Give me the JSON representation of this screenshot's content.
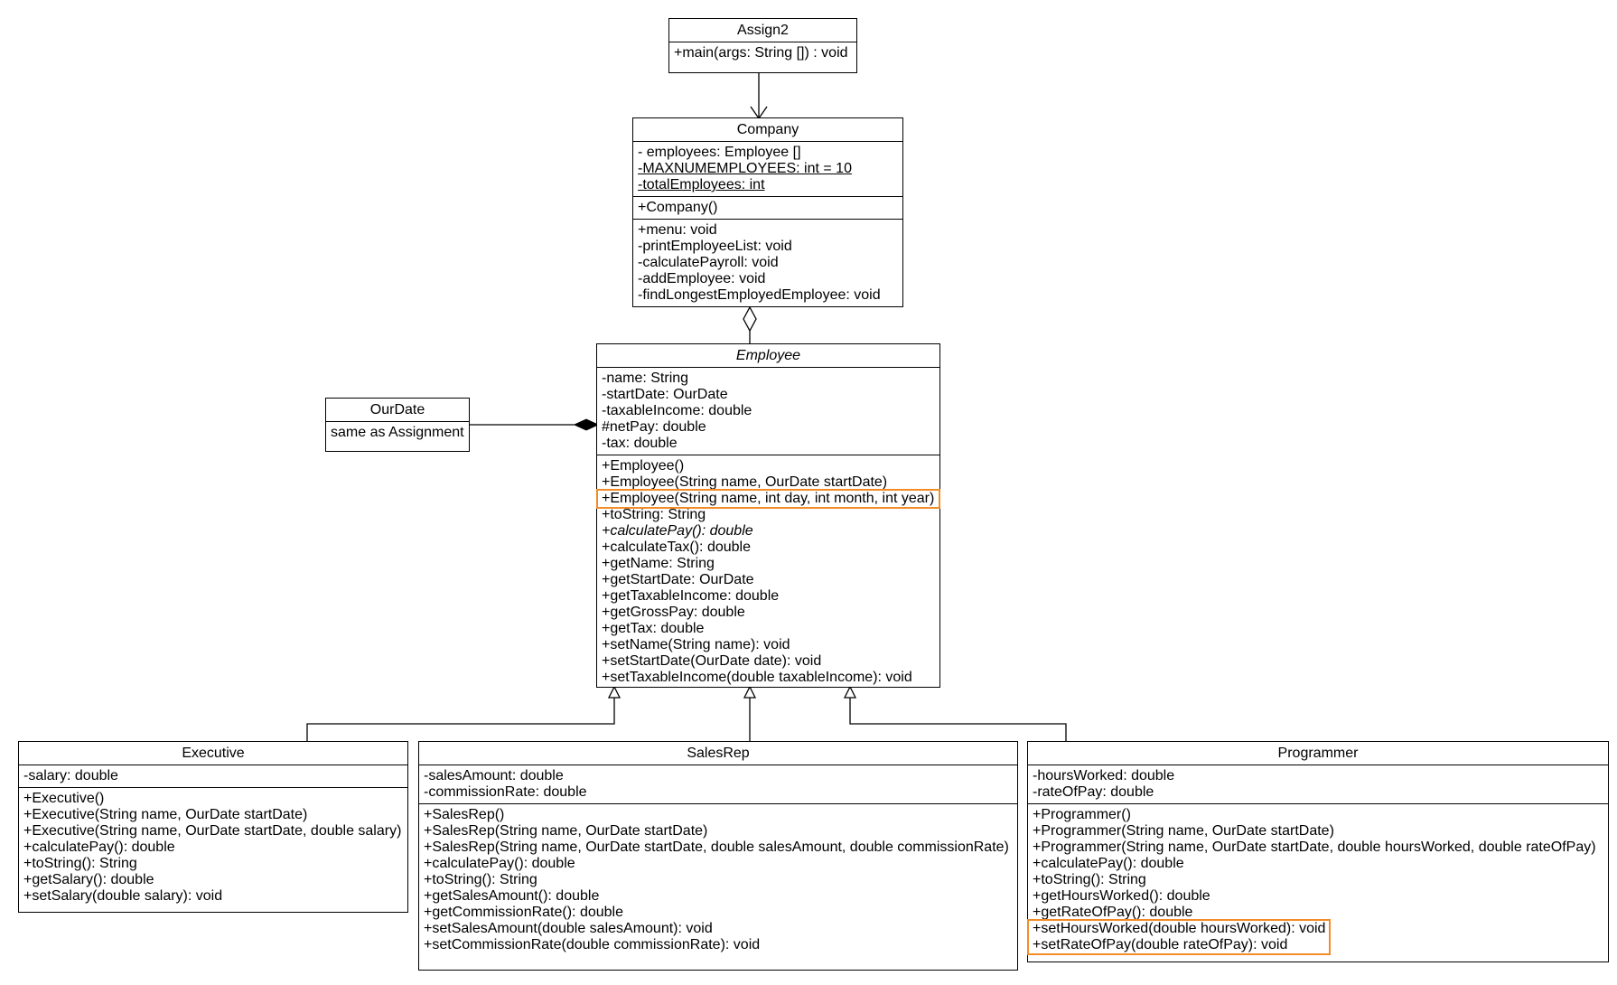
{
  "highlight_color": "#f28c28",
  "classes": {
    "assign2": {
      "name": "Assign2",
      "operations": [
        "+main(args:  String []) :  void"
      ]
    },
    "company": {
      "name": "Company",
      "attributes": [
        "- employees:  Employee []",
        "-MAXNUMEMPLOYEES:  int = 10",
        "-totalEmployees:  int"
      ],
      "constructors": [
        "+Company()"
      ],
      "operations": [
        "+menu:  void",
        "-printEmployeeList:  void",
        "-calculatePayroll:  void",
        "-addEmployee:  void",
        "-findLongestEmployedEmployee:  void"
      ]
    },
    "ourdate": {
      "name": "OurDate",
      "body": "same as Assignment"
    },
    "employee": {
      "name": "Employee",
      "attributes": [
        "-name: String",
        "-startDate:  OurDate",
        "-taxableIncome:  double",
        "#netPay:  double",
        "-tax:  double"
      ],
      "operations": [
        "+Employee()",
        "+Employee(String name, OurDate startDate)",
        "+Employee(String name, int day, int month, int year)",
        "+toString:  String",
        "+calculatePay():  double",
        "+calculateTax():  double",
        "+getName:  String",
        "+getStartDate:  OurDate",
        "+getTaxableIncome:  double",
        "+getGrossPay:  double",
        "+getTax:  double",
        "+setName(String name):  void",
        "+setStartDate(OurDate date): void",
        "+setTaxableIncome(double taxableIncome):  void"
      ]
    },
    "executive": {
      "name": "Executive",
      "attributes": [
        "-salary:  double"
      ],
      "operations": [
        "+Executive()",
        "+Executive(String name, OurDate startDate)",
        "+Executive(String name, OurDate startDate, double salary)",
        "+calculatePay():  double",
        "+toString():  String",
        "+getSalary():  double",
        "+setSalary(double salary):  void"
      ]
    },
    "salesrep": {
      "name": "SalesRep",
      "attributes": [
        "-salesAmount:  double",
        "-commissionRate:  double"
      ],
      "operations": [
        "+SalesRep()",
        "+SalesRep(String name, OurDate startDate)",
        "+SalesRep(String name, OurDate startDate,  double salesAmount, double commissionRate)",
        "+calculatePay():  double",
        "+toString():  String",
        "+getSalesAmount():  double",
        "+getCommissionRate():  double",
        "+setSalesAmount(double salesAmount):  void",
        "+setCommissionRate(double commissionRate):  void"
      ]
    },
    "programmer": {
      "name": "Programmer",
      "attributes": [
        "-hoursWorked: double",
        "-rateOfPay:  double"
      ],
      "operations": [
        "+Programmer()",
        "+Programmer(String name, OurDate startDate)",
        "+Programmer(String name, OurDate startDate, double hoursWorked, double rateOfPay)",
        "+calculatePay():  double",
        "+toString():  String",
        "+getHoursWorked():  double",
        "+getRateOfPay():  double",
        "+setHoursWorked(double hoursWorked):  void",
        "+setRateOfPay(double rateOfPay):  void"
      ]
    }
  }
}
